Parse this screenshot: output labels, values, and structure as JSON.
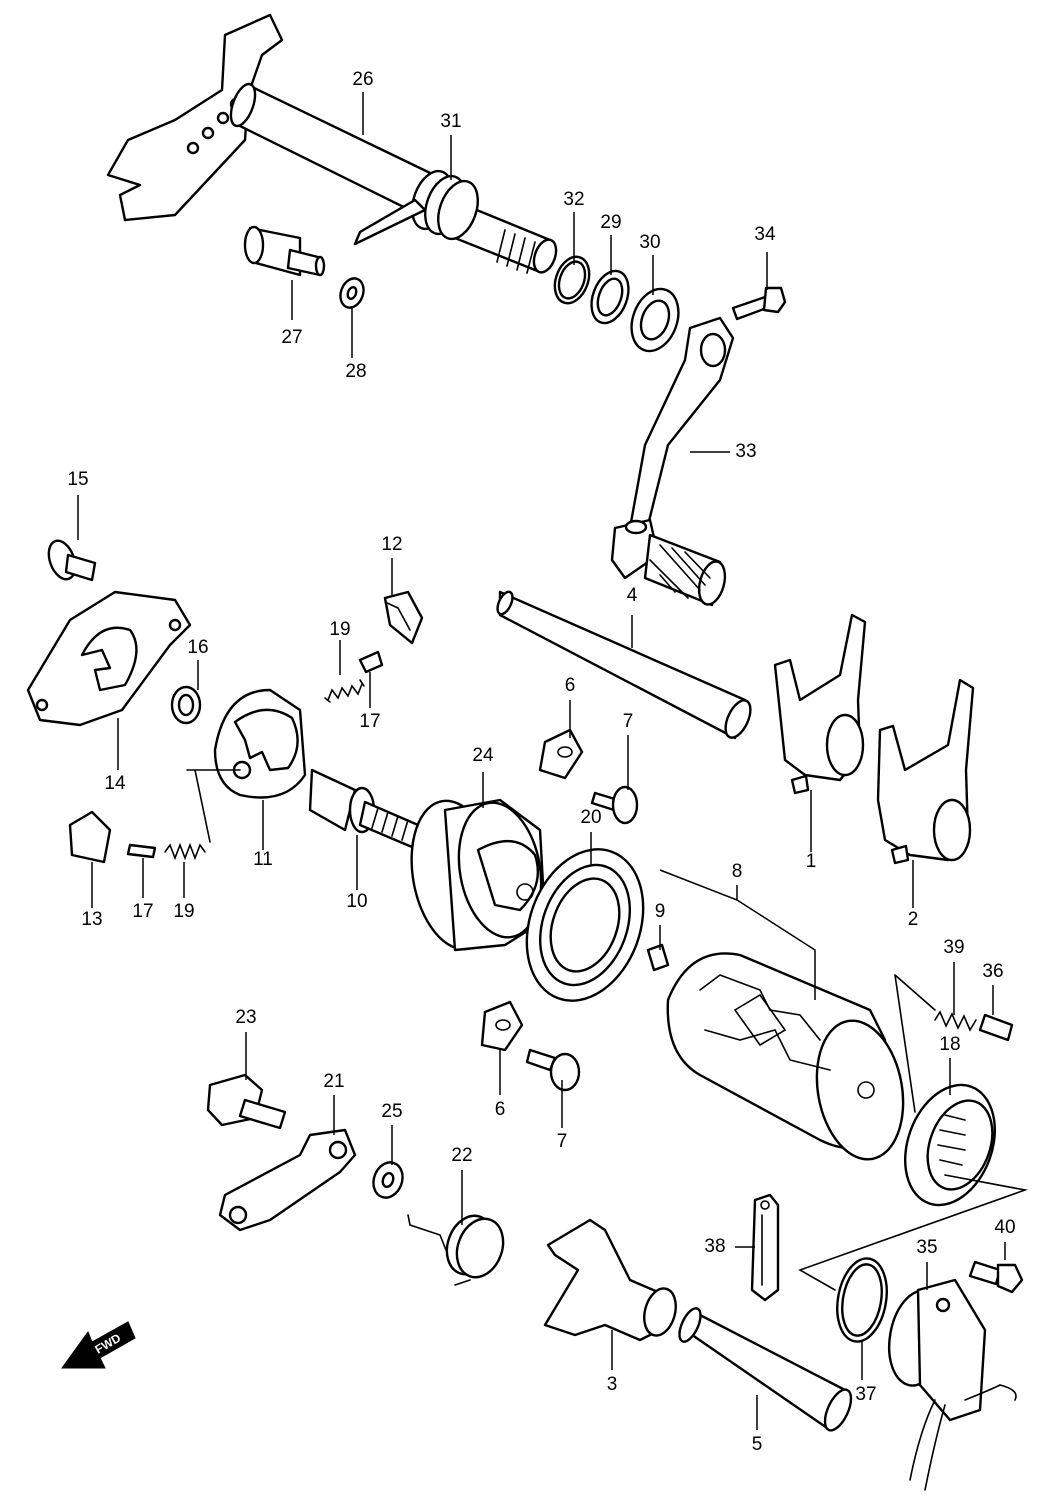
{
  "callouts": {
    "p1": "1",
    "p2": "2",
    "p3": "3",
    "p4": "4",
    "p5": "5",
    "p6a": "6",
    "p6b": "6",
    "p7a": "7",
    "p7b": "7",
    "p8": "8",
    "p9": "9",
    "p10": "10",
    "p11": "11",
    "p12": "12",
    "p13": "13",
    "p14": "14",
    "p15": "15",
    "p16": "16",
    "p17a": "17",
    "p17b": "17",
    "p18": "18",
    "p19a": "19",
    "p19b": "19",
    "p20": "20",
    "p21": "21",
    "p22": "22",
    "p23": "23",
    "p24": "24",
    "p25": "25",
    "p26": "26",
    "p27": "27",
    "p28": "28",
    "p29": "29",
    "p30": "30",
    "p31": "31",
    "p32": "32",
    "p33": "33",
    "p34": "34",
    "p35": "35",
    "p36": "36",
    "p37": "37",
    "p38": "38",
    "p39": "39",
    "p40": "40"
  },
  "direction_marker": {
    "text": "FWD",
    "icon": "fwd-arrow-icon"
  }
}
